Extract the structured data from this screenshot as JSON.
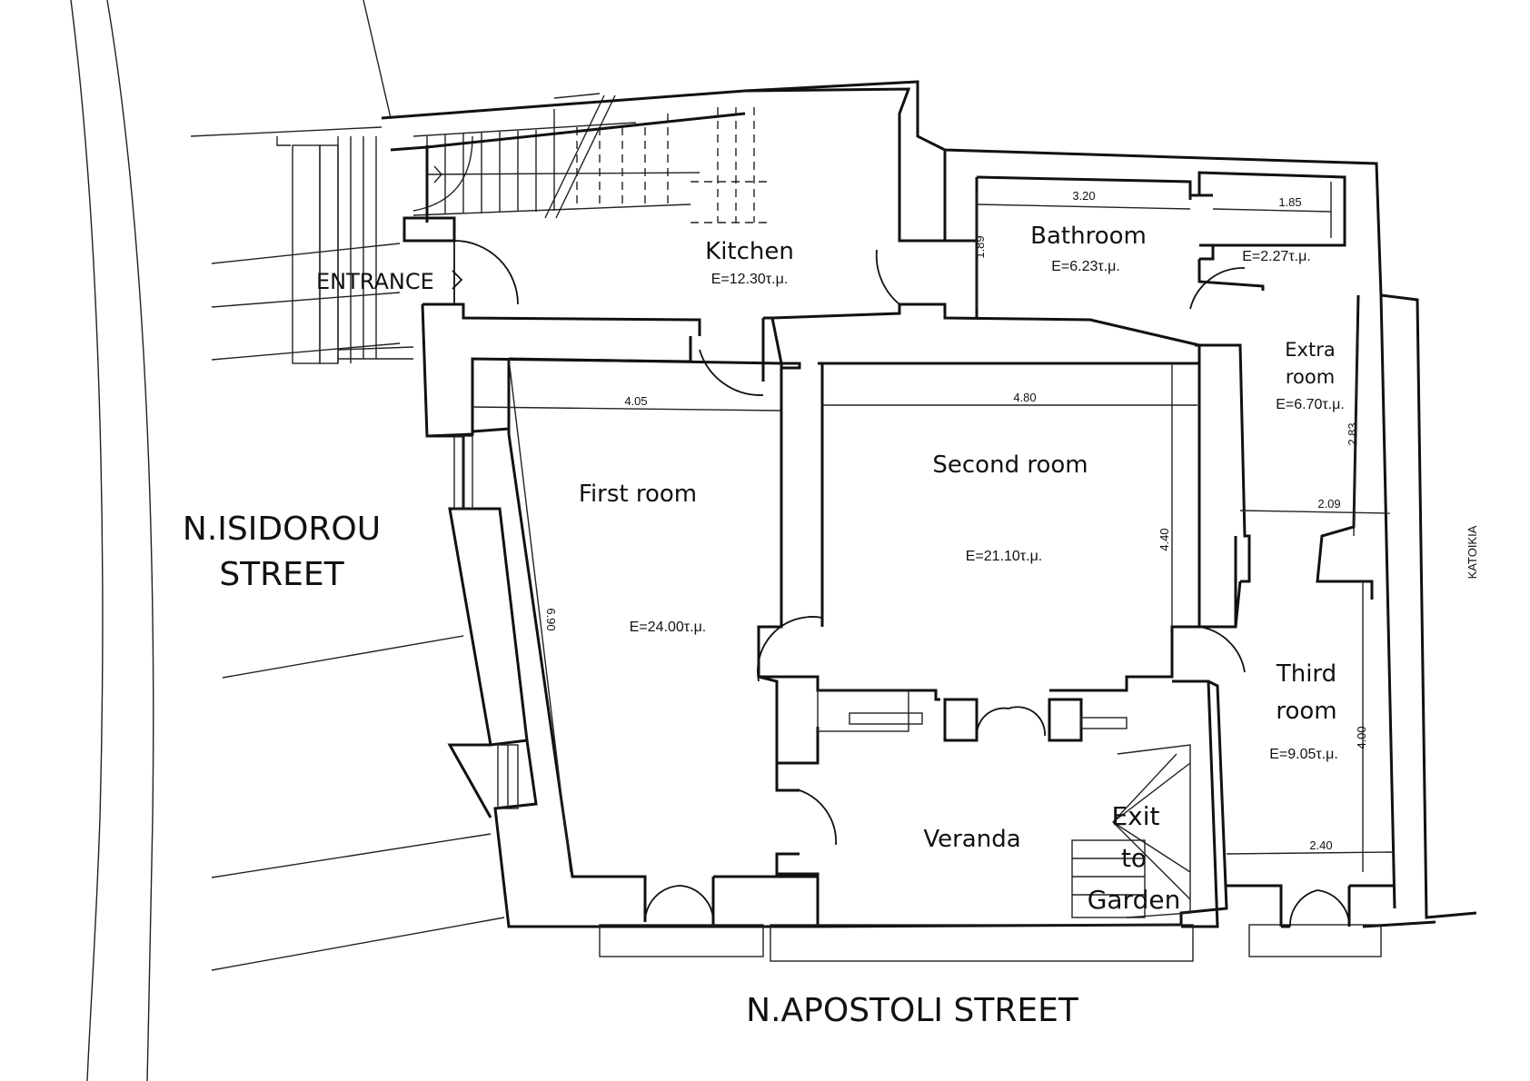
{
  "streets": {
    "west_line1": "N.ISIDOROU",
    "west_line2": "STREET",
    "south": "N.APOSTOLI STREET",
    "east_side_note": "KATOIKIA"
  },
  "rooms": {
    "entrance": {
      "label": "ENTRANCE"
    },
    "kitchen": {
      "label": "Kitchen",
      "area": "E=12.30τ.μ."
    },
    "bathroom": {
      "label": "Bathroom",
      "area": "E=6.23τ.μ."
    },
    "wc": {
      "area": "E=2.27τ.μ."
    },
    "extra_room": {
      "label_line1": "Extra",
      "label_line2": "room",
      "area": "E=6.70τ.μ."
    },
    "first_room": {
      "label": "First room",
      "area": "E=24.00τ.μ."
    },
    "second_room": {
      "label": "Second room",
      "area": "E=21.10τ.μ."
    },
    "third_room": {
      "label_line1": "Third",
      "label_line2": "room",
      "area": "E=9.05τ.μ."
    },
    "veranda": {
      "label": "Veranda"
    },
    "exit": {
      "line1": "Exit",
      "line2": "to",
      "line3": "Garden"
    }
  },
  "dimensions": {
    "bathroom_width": "3.20",
    "wc_width": "1.85",
    "bathroom_depth": "1.89",
    "first_room_width": "4.05",
    "first_room_length": "6.90",
    "second_room_width": "4.80",
    "second_room_depth": "4.40",
    "extra_room_depth": "2.83",
    "extra_room_width": "2.09",
    "third_room_depth": "4.00",
    "third_room_width": "2.40"
  }
}
